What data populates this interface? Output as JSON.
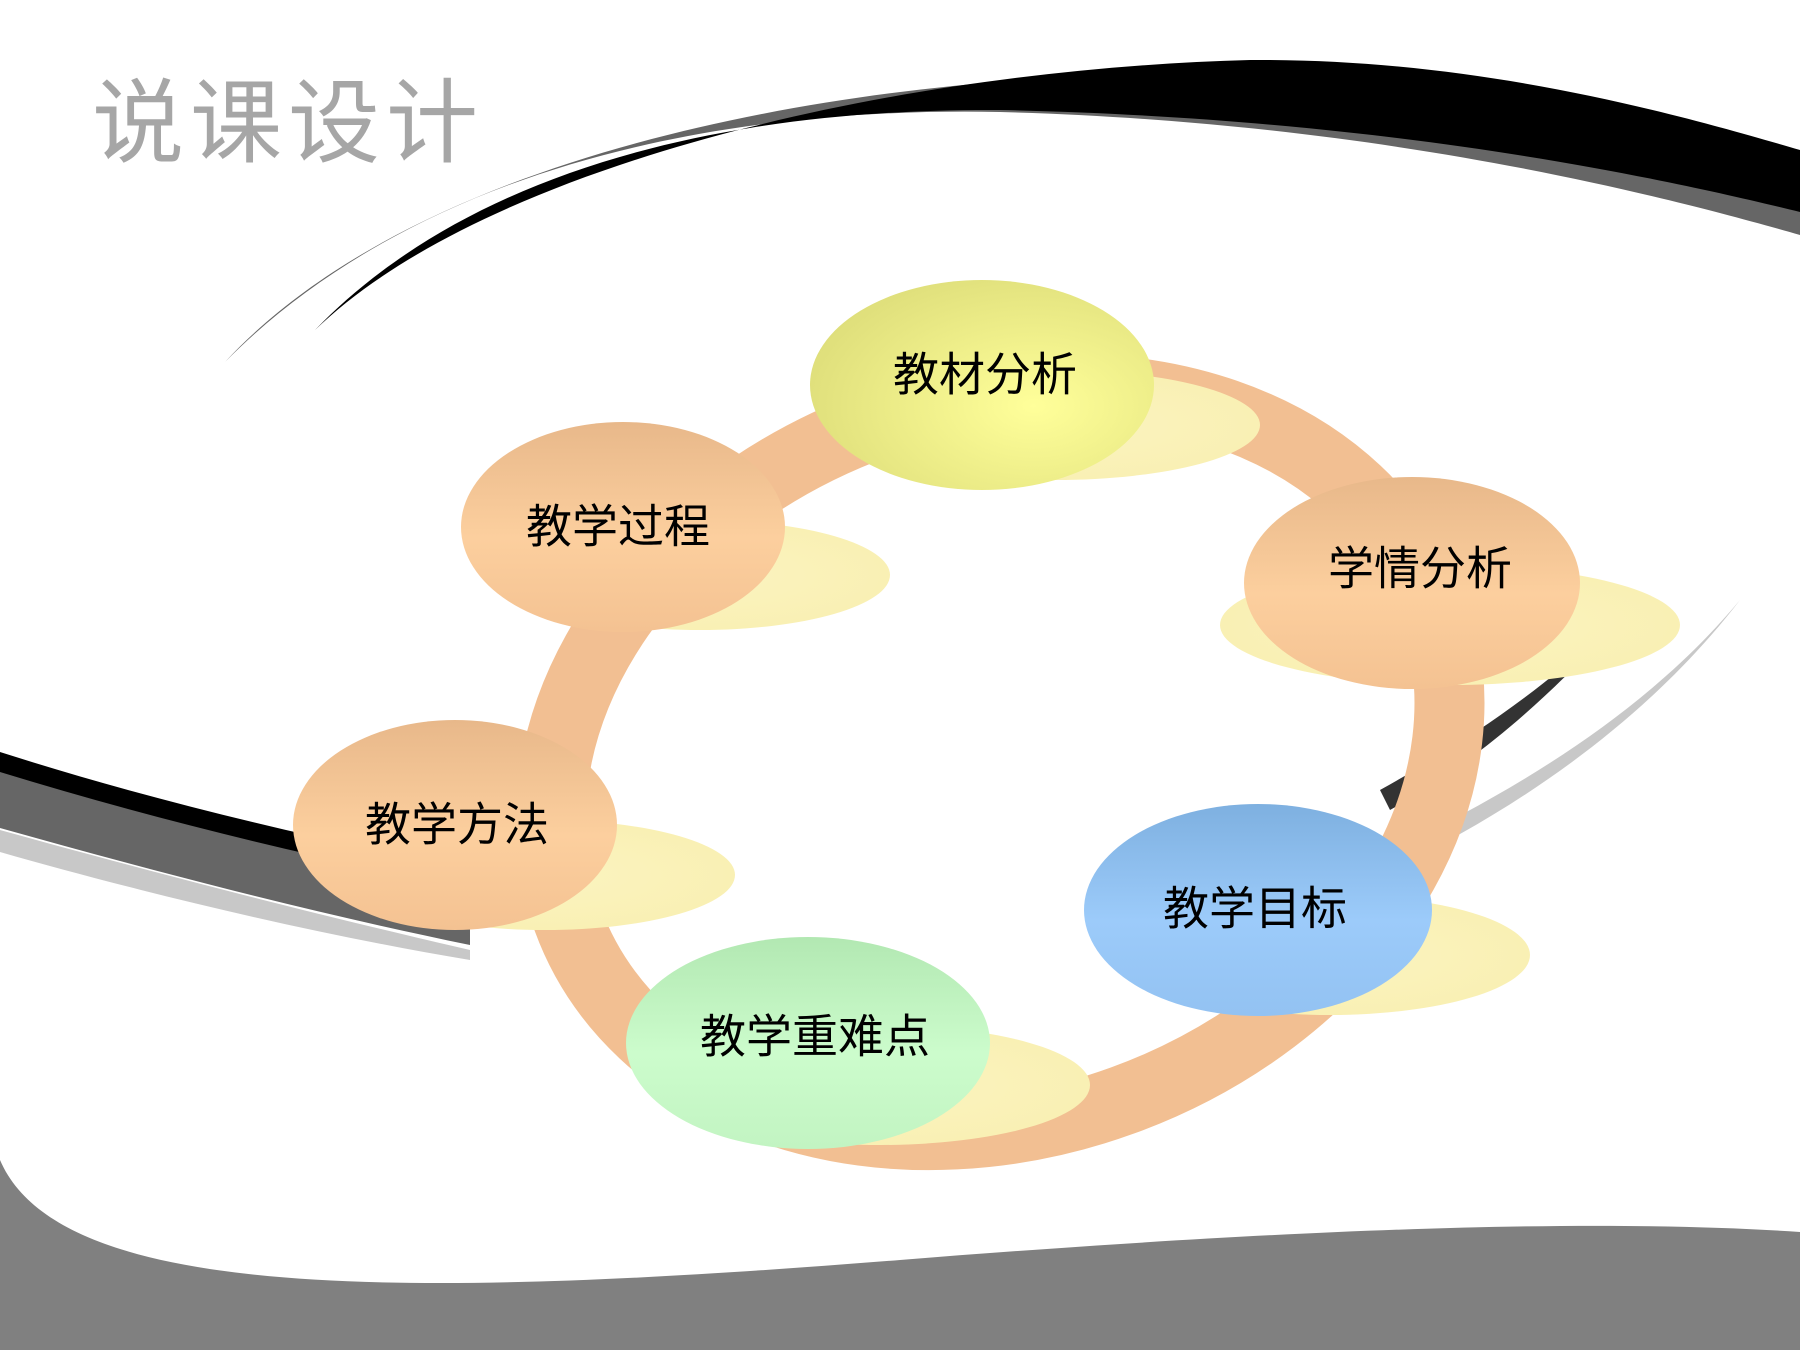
{
  "slide": {
    "title": "说课设计"
  },
  "diagram": {
    "type": "cycle",
    "nodes": [
      {
        "id": "materials",
        "label": "教材分析",
        "color": "yellow"
      },
      {
        "id": "learners",
        "label": "学情分析",
        "color": "orange"
      },
      {
        "id": "goals",
        "label": "教学目标",
        "color": "blue"
      },
      {
        "id": "key_points",
        "label": "教学重难点",
        "color": "green"
      },
      {
        "id": "methods",
        "label": "教学方法",
        "color": "orange"
      },
      {
        "id": "process",
        "label": "教学过程",
        "color": "orange"
      }
    ]
  },
  "colors": {
    "ring": "#f0b888",
    "shadow": "#faf2b8",
    "yellow": [
      "#ffff9a",
      "#dede7a"
    ],
    "orange": [
      "#fccf9e",
      "#e8b88a"
    ],
    "blue": [
      "#9ccbfa",
      "#7eb0e0"
    ],
    "green": [
      "#ccfccc",
      "#b2e8b2"
    ],
    "swoosh_dark": "#000000",
    "swoosh_mid": "#666666",
    "swoosh_light": "#c8c8c8",
    "footer": "#808080",
    "title": "#a6a6a6"
  }
}
